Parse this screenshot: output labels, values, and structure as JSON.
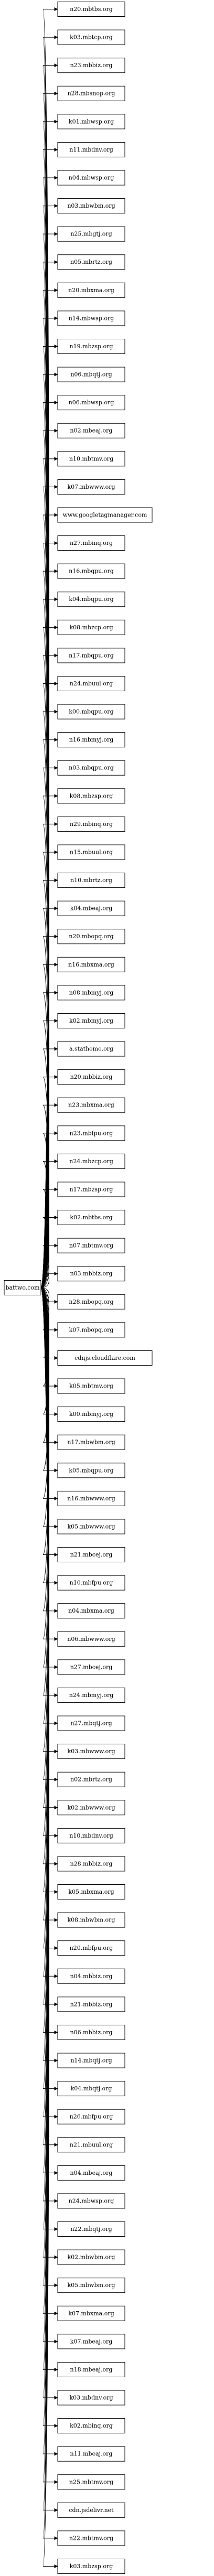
{
  "root": {
    "label": "battwo.com"
  },
  "children": [
    "n20.mbtbs.org",
    "k03.mbtcp.org",
    "n23.mbbiz.org",
    "n28.mbsnop.org",
    "k01.mbwsp.org",
    "n11.mbdnv.org",
    "n04.mbwsp.org",
    "n03.mbwbm.org",
    "n25.mbgtj.org",
    "n05.mbrtz.org",
    "n20.mbxma.org",
    "n14.mbwsp.org",
    "n19.mbzsp.org",
    "n06.mbqtj.org",
    "n06.mbwsp.org",
    "n02.mbeaj.org",
    "n10.mbtmv.org",
    "k07.mbwww.org",
    "www.googletagmanager.com",
    "n27.mbinq.org",
    "n16.mbqpu.org",
    "k04.mbqpu.org",
    "k08.mbzcp.org",
    "n17.mbqpu.org",
    "n24.mbuul.org",
    "k00.mbqpu.org",
    "n16.mbmyj.org",
    "n03.mbqpu.org",
    "k08.mbzsp.org",
    "n29.mbinq.org",
    "n15.mbuul.org",
    "n10.mbrtz.org",
    "k04.mbeaj.org",
    "n20.mbopq.org",
    "n16.mbxma.org",
    "n08.mbmyj.org",
    "k02.mbmyj.org",
    "a.statheme.org",
    "n20.mbbiz.org",
    "n23.mbxma.org",
    "n23.mbfpu.org",
    "n24.mbzcp.org",
    "n17.mbzsp.org",
    "k02.mbtbs.org",
    "n07.mbtmv.org",
    "n03.mbbiz.org",
    "n28.mbopq.org",
    "k07.mbopq.org",
    "cdnjs.cloudflare.com",
    "k05.mbtmv.org",
    "k00.mbmyj.org",
    "n17.mbwbm.org",
    "k05.mbqpu.org",
    "n16.mbwww.org",
    "k05.mbwww.org",
    "n21.mbcej.org",
    "n10.mbfpu.org",
    "n04.mbxma.org",
    "n06.mbwww.org",
    "n27.mbcej.org",
    "n24.mbmyj.org",
    "n27.mbqtj.org",
    "k03.mbwww.org",
    "n02.mbrtz.org",
    "k02.mbwww.org",
    "n10.mbdnv.org",
    "n28.mbbiz.org",
    "k05.mbxma.org",
    "k08.mbwbm.org",
    "n20.mbfpu.org",
    "n04.mbbiz.org",
    "n21.mbbiz.org",
    "n06.mbbiz.org",
    "n14.mbqtj.org",
    "k04.mbqtj.org",
    "n26.mbfpu.org",
    "n21.mbuul.org",
    "n04.mbeaj.org",
    "n24.mbwsp.org",
    "n22.mbqtj.org",
    "k02.mbwbm.org",
    "k05.mbwbm.org",
    "k07.mbxma.org",
    "k07.mbeaj.org",
    "n18.mbeaj.org",
    "k03.mbdnv.org",
    "k02.mbinq.org",
    "n11.mbeaj.org",
    "n25.mbtmv.org",
    "cdn.jsdelivr.net",
    "n22.mbtmv.org",
    "k03.mbzsp.org"
  ]
}
